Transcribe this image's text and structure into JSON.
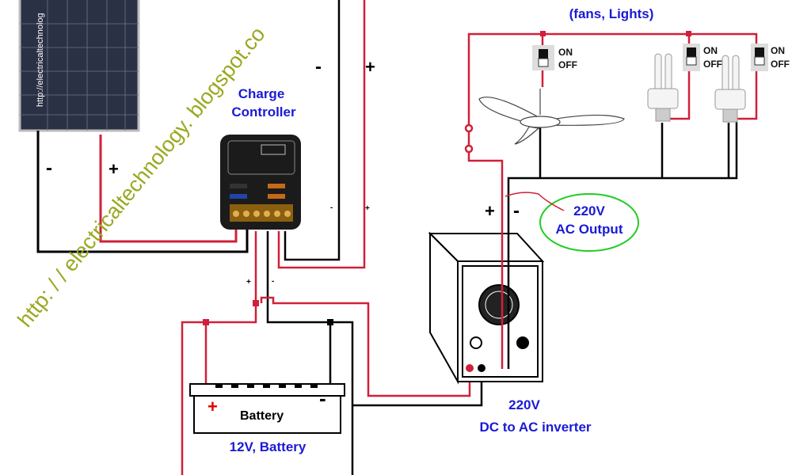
{
  "labels": {
    "loads": "(fans, Lights)",
    "charge_controller_line1": "Charge",
    "charge_controller_line2": "Controller",
    "ac_output_line1": "220V",
    "ac_output_line2": "AC Output",
    "inverter_line1": "220V",
    "inverter_line2": "DC to AC inverter",
    "battery_body": "Battery",
    "battery_caption": "12V, Battery",
    "switch_on": "ON",
    "switch_off": "OFF",
    "plus": "+",
    "minus": "-"
  },
  "watermark": {
    "diagonal": "http: / / electricaltechnology. blogspot.co",
    "panel": "http://electricaltechnolog"
  },
  "colors": {
    "positive_wire": "#d0203a",
    "negative_wire": "#000000",
    "label_blue": "#1a1ad6",
    "ellipse_green": "#22cc22",
    "watermark": "#9aa820"
  }
}
